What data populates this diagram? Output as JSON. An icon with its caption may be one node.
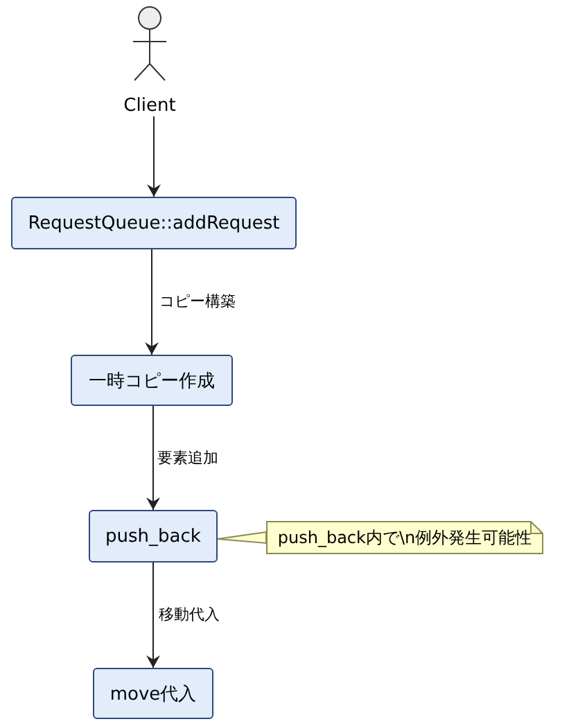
{
  "diagram": {
    "nodes": [
      {
        "text": [
          "Client"
        ]
      },
      {
        "text": [
          "RequestQueue::addRequest"
        ]
      },
      {
        "text": [
          "一時コピー作成"
        ]
      },
      {
        "text": [
          "push_back"
        ]
      },
      {
        "text": [
          "move代入"
        ]
      },
      {
        "text": [
          "push_back内で\\n例外発生可能性"
        ]
      }
    ],
    "edges": [
      {
        "from": 0,
        "to": 1,
        "arrow": "to"
      },
      {
        "from": 1,
        "to": 2,
        "arrow": "to",
        "label": "コピー構築"
      },
      {
        "from": 2,
        "to": 3,
        "arrow": "to",
        "label": "要素追加"
      },
      {
        "from": 3,
        "to": 4,
        "arrow": "to",
        "label": "移動代入"
      },
      {
        "from": 5,
        "to": 3,
        "arrow": "none"
      }
    ]
  }
}
